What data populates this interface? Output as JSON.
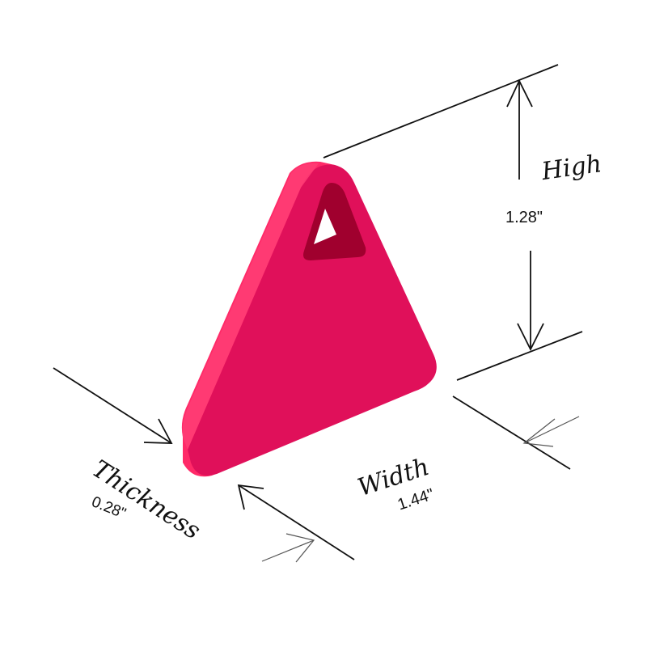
{
  "colors": {
    "product_front": "#e0105a",
    "product_side": "#ff2a68",
    "product_inner": "#a0002e",
    "lines": "#111111",
    "background": "#ffffff"
  },
  "dimensions": {
    "high": {
      "label": "High",
      "value": "1.28\""
    },
    "width": {
      "label": "Width",
      "value": "1.44\""
    },
    "thickness": {
      "label": "Thickness",
      "value": "0.28\""
    }
  }
}
